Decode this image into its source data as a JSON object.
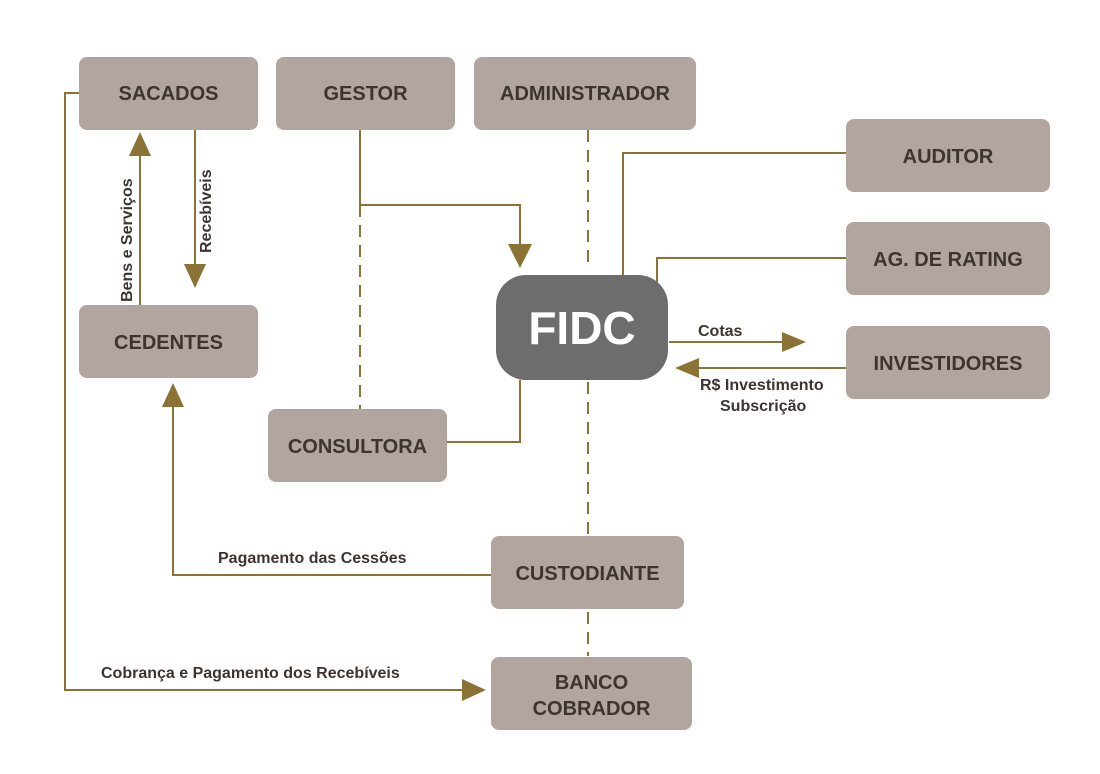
{
  "colors": {
    "box_fill": "#b2a49e",
    "box_text": "#3d3432",
    "fidc_fill": "#6d6d6d",
    "fidc_text": "#ffffff",
    "connector": "#8b7335"
  },
  "nodes": {
    "sacados": "SACADOS",
    "gestor": "GESTOR",
    "administrador": "ADMINISTRADOR",
    "auditor": "AUDITOR",
    "ag_rating": "AG. DE RATING",
    "investidores": "INVESTIDORES",
    "cedentes": "CEDENTES",
    "fidc": "FIDC",
    "consultora": "CONSULTORA",
    "custodiante": "CUSTODIANTE",
    "banco_cobrador_line1": "BANCO",
    "banco_cobrador_line2": "COBRADOR"
  },
  "edges": {
    "bens_servicos": "Bens e Serviços",
    "recebiveis": "Recebíveis",
    "cotas": "Cotas",
    "investimento_line1": "R$ Investimento",
    "investimento_line2": "Subscrição",
    "pagamento_cessoes": "Pagamento das Cessões",
    "cobranca_pagamento": "Cobrança e Pagamento dos Recebíveis"
  }
}
